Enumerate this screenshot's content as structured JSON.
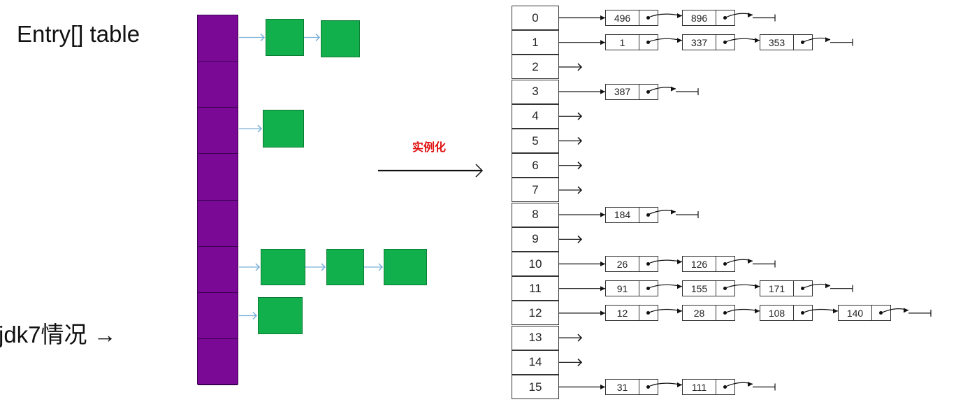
{
  "labels": {
    "title": "Entry[] table",
    "jdk_note": "jdk7情况 →",
    "instantiate": "实例化"
  },
  "left_diagram": {
    "table_slots": 8,
    "chains": [
      {
        "slot": 0,
        "nodes": 2
      },
      {
        "slot": 2,
        "nodes": 1
      },
      {
        "slot": 5,
        "nodes": 3
      },
      {
        "slot": 6,
        "nodes": 1
      }
    ]
  },
  "right_diagram": {
    "buckets": [
      {
        "index": "0",
        "keys": [
          "496",
          "896"
        ]
      },
      {
        "index": "1",
        "keys": [
          "1",
          "337",
          "353"
        ]
      },
      {
        "index": "2",
        "keys": []
      },
      {
        "index": "3",
        "keys": [
          "387"
        ]
      },
      {
        "index": "4",
        "keys": []
      },
      {
        "index": "5",
        "keys": []
      },
      {
        "index": "6",
        "keys": []
      },
      {
        "index": "7",
        "keys": []
      },
      {
        "index": "8",
        "keys": [
          "184"
        ]
      },
      {
        "index": "9",
        "keys": []
      },
      {
        "index": "10",
        "keys": [
          "26",
          "126"
        ]
      },
      {
        "index": "11",
        "keys": [
          "91",
          "155",
          "171"
        ]
      },
      {
        "index": "12",
        "keys": [
          "12",
          "28",
          "108",
          "140"
        ]
      },
      {
        "index": "13",
        "keys": []
      },
      {
        "index": "14",
        "keys": []
      },
      {
        "index": "15",
        "keys": [
          "31",
          "111"
        ]
      }
    ]
  },
  "colors": {
    "table": "#7a0a96",
    "node": "#12b04c",
    "arrow_light": "#7ab0d8",
    "label_red": "#e01010"
  }
}
